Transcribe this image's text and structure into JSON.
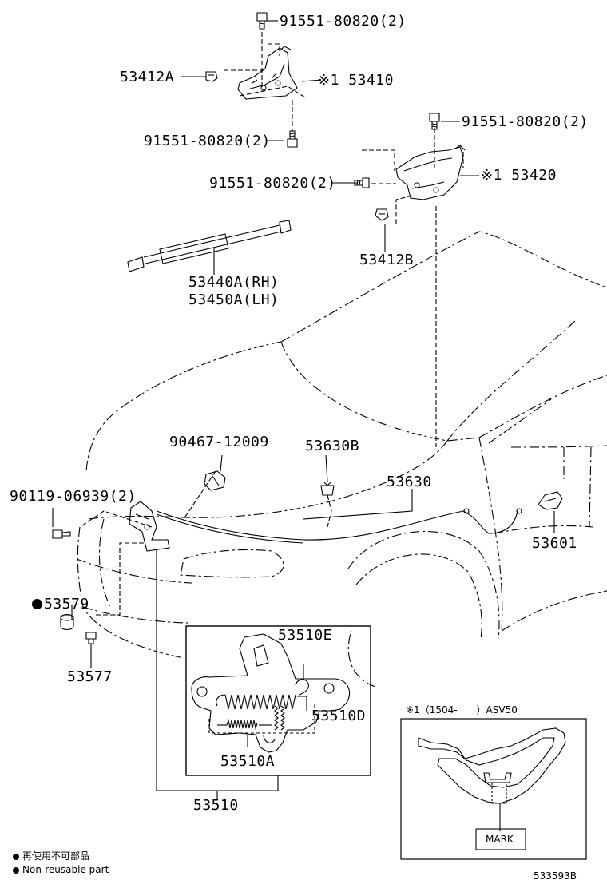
{
  "parts": {
    "bolt_top": "91551-80820(2)",
    "bolt_mid_left": "91551-80820(2)",
    "bolt_right_top": "91551-80820(2)",
    "bolt_right_mid": "91551-80820(2)",
    "cushion_a": "53412A",
    "hinge_rh": "※1 53410",
    "hinge_lh": "※1 53420",
    "cushion_b": "53412B",
    "support_rh": "53440A(RH)",
    "support_lh": "53450A(LH)",
    "clamp": "90467-12009",
    "clip": "53630B",
    "cable": "53630",
    "latch_bolt": "90119-06939(2)",
    "lever": "53601",
    "stopper": "53579",
    "stopper_screw": "53577",
    "spring_e": "53510E",
    "spring_d": "53510D",
    "spring_a": "53510A",
    "lock_assy": "53510"
  },
  "inset": {
    "header": "※1（1504-　　）ASV50",
    "mark": "MARK"
  },
  "legend": {
    "jp": "再使用不可部品",
    "en": "Non-reusable part"
  },
  "drawing_code": "533593B"
}
